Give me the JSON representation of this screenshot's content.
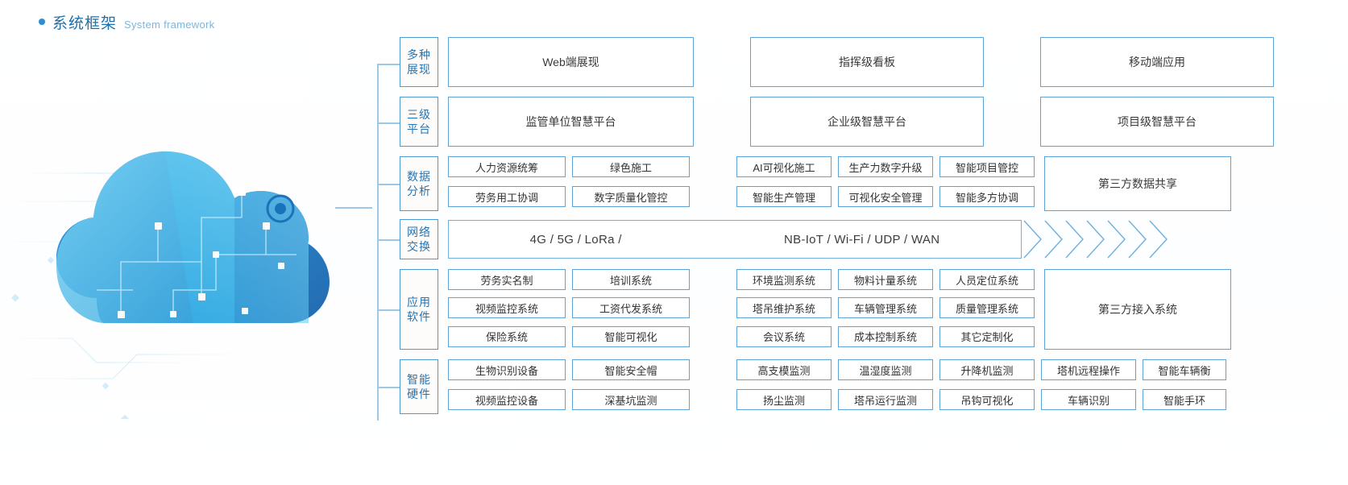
{
  "header": {
    "bullet": "bullet-dot",
    "title_cn": "系统框架",
    "title_en": "System framework"
  },
  "rows": [
    {
      "key": "display",
      "label_line1": "多种",
      "label_line2": "展现",
      "items": [
        "Web端展现",
        "指挥级看板",
        "移动端应用"
      ]
    },
    {
      "key": "platform",
      "label_line1": "三级",
      "label_line2": "平台",
      "items": [
        "监管单位智慧平台",
        "企业级智慧平台",
        "项目级智慧平台"
      ]
    },
    {
      "key": "data",
      "label_line1": "数据",
      "label_line2": "分析",
      "left_chips": [
        "人力资源统筹",
        "绿色施工",
        "劳务用工协调",
        "数字质量化管控"
      ],
      "mid_chips": [
        "AI可视化施工",
        "生产力数字升级",
        "智能项目管控",
        "智能生产管理",
        "可视化安全管理",
        "智能多方协调"
      ],
      "aside": "第三方数据共享"
    },
    {
      "key": "network",
      "label_line1": "网络",
      "label_line2": "交换",
      "text_left": "4G / 5G / LoRa /",
      "text_right": "NB-IoT / Wi-Fi / UDP / WAN",
      "chevron_count": 7
    },
    {
      "key": "app",
      "label_line1": "应用",
      "label_line2": "软件",
      "left_chips": [
        "劳务实名制",
        "培训系统",
        "视频监控系统",
        "工资代发系统",
        "保险系统",
        "智能可视化"
      ],
      "mid_chips": [
        "环境监测系统",
        "物料计量系统",
        "人员定位系统",
        "塔吊维护系统",
        "车辆管理系统",
        "质量管理系统",
        "会议系统",
        "成本控制系统",
        "其它定制化"
      ],
      "aside": "第三方接入系统"
    },
    {
      "key": "hardware",
      "label_line1": "智能",
      "label_line2": "硬件",
      "left_chips": [
        "生物识别设备",
        "智能安全帽",
        "视频监控设备",
        "深基坑监测"
      ],
      "mid_chips": [
        "高支模监测",
        "温湿度监测",
        "升降机监测",
        "扬尘监测",
        "塔吊运行监测",
        "吊钩可视化"
      ],
      "right_chips": [
        "塔机远程操作",
        "智能车辆衡",
        "车辆识别",
        "智能手环"
      ]
    }
  ],
  "colors": {
    "accent": "#2575b5",
    "border": "#5ba3d8",
    "trunk": "#9dc8e6",
    "title": "#1f6fa8",
    "subtitle": "#7fb6d9",
    "cloud_light": "#5bc2ee",
    "cloud_dark": "#1c72bd"
  }
}
